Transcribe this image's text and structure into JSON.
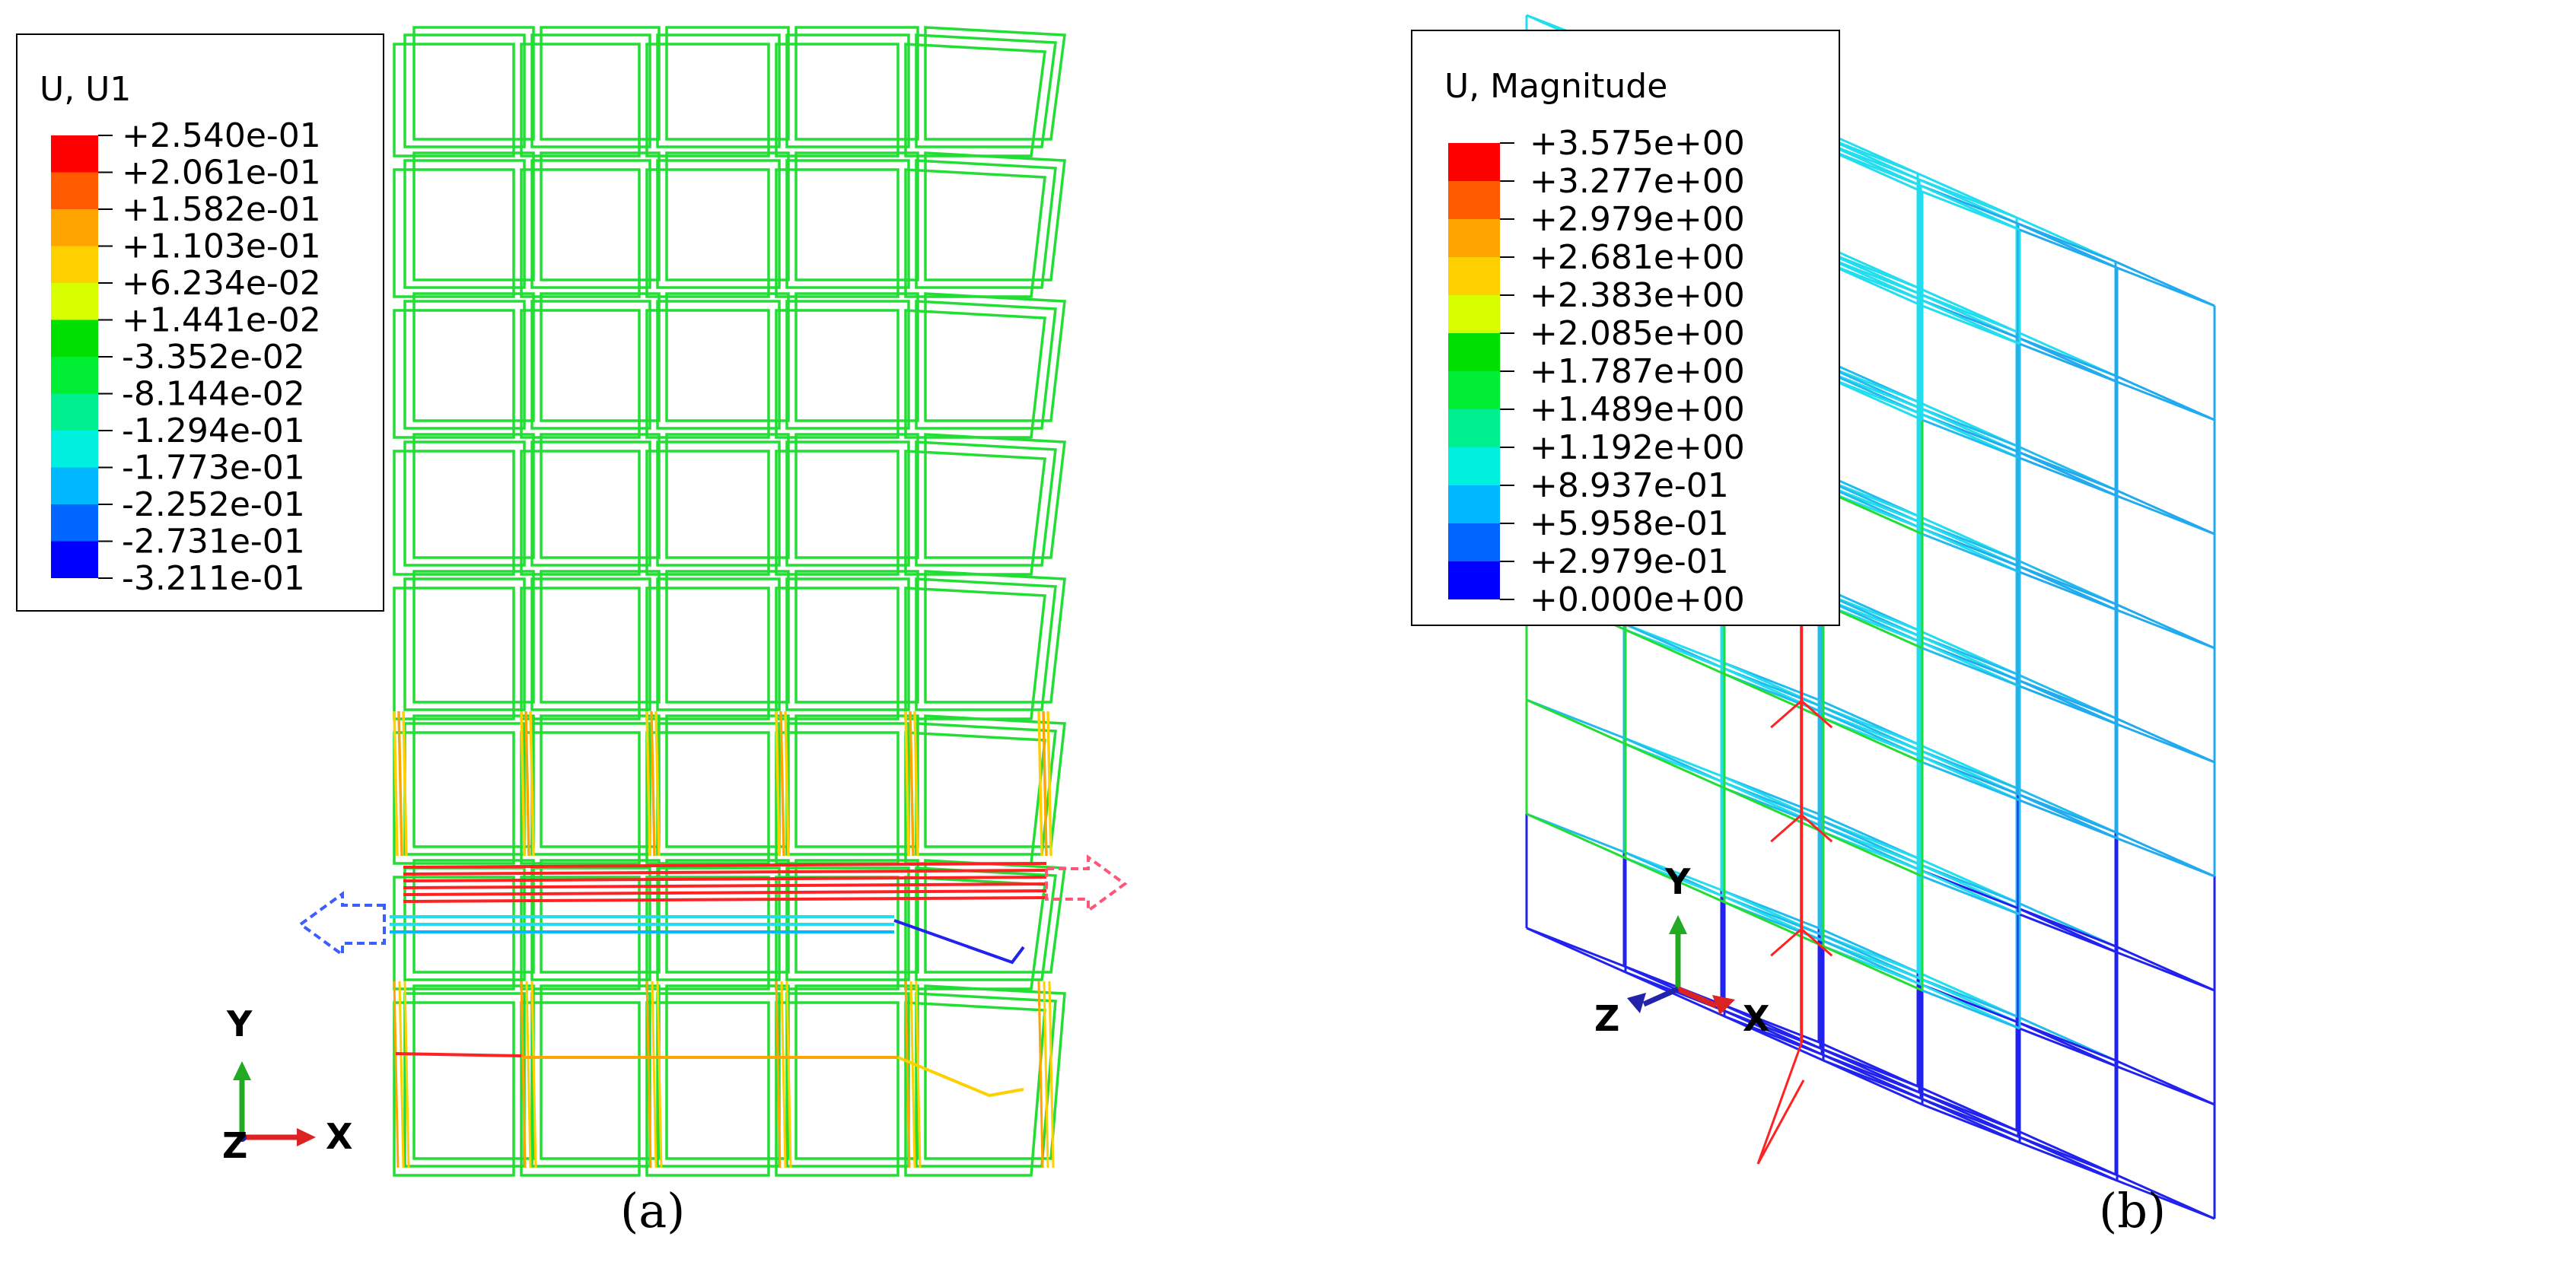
{
  "panel_a": {
    "legend": {
      "title": "U, U1",
      "labels": [
        "+2.540e-01",
        "+2.061e-01",
        "+1.582e-01",
        "+1.103e-01",
        "+6.234e-02",
        "+1.441e-02",
        "-3.352e-02",
        "-8.144e-02",
        "-1.294e-01",
        "-1.773e-01",
        "-2.252e-01",
        "-2.731e-01",
        "-3.211e-01"
      ]
    },
    "triad": {
      "y": "Y",
      "x": "X",
      "z": "Z"
    },
    "caption": "(a)"
  },
  "panel_b": {
    "legend": {
      "title": "U, Magnitude",
      "labels": [
        "+3.575e+00",
        "+3.277e+00",
        "+2.979e+00",
        "+2.681e+00",
        "+2.383e+00",
        "+2.085e+00",
        "+1.787e+00",
        "+1.489e+00",
        "+1.192e+00",
        "+8.937e-01",
        "+5.958e-01",
        "+2.979e-01",
        "+0.000e+00"
      ]
    },
    "triad": {
      "y": "Y",
      "x": "X",
      "z": "Z"
    },
    "caption": "(b)"
  },
  "colors": {
    "contour": [
      "#ff0000",
      "#ff5a00",
      "#ffa500",
      "#ffd000",
      "#d8ff00",
      "#00e000",
      "#00ee33",
      "#00f090",
      "#00f0e0",
      "#00b8ff",
      "#0066ff",
      "#0000ff"
    ],
    "mesh_green": "#22dd33",
    "mesh_cyan": "#22ddee",
    "mesh_blue": "#2222ee",
    "mesh_red": "#ff2222",
    "axis_y": "#22aa22",
    "axis_x": "#dd2222",
    "axis_z": "#2222aa"
  }
}
